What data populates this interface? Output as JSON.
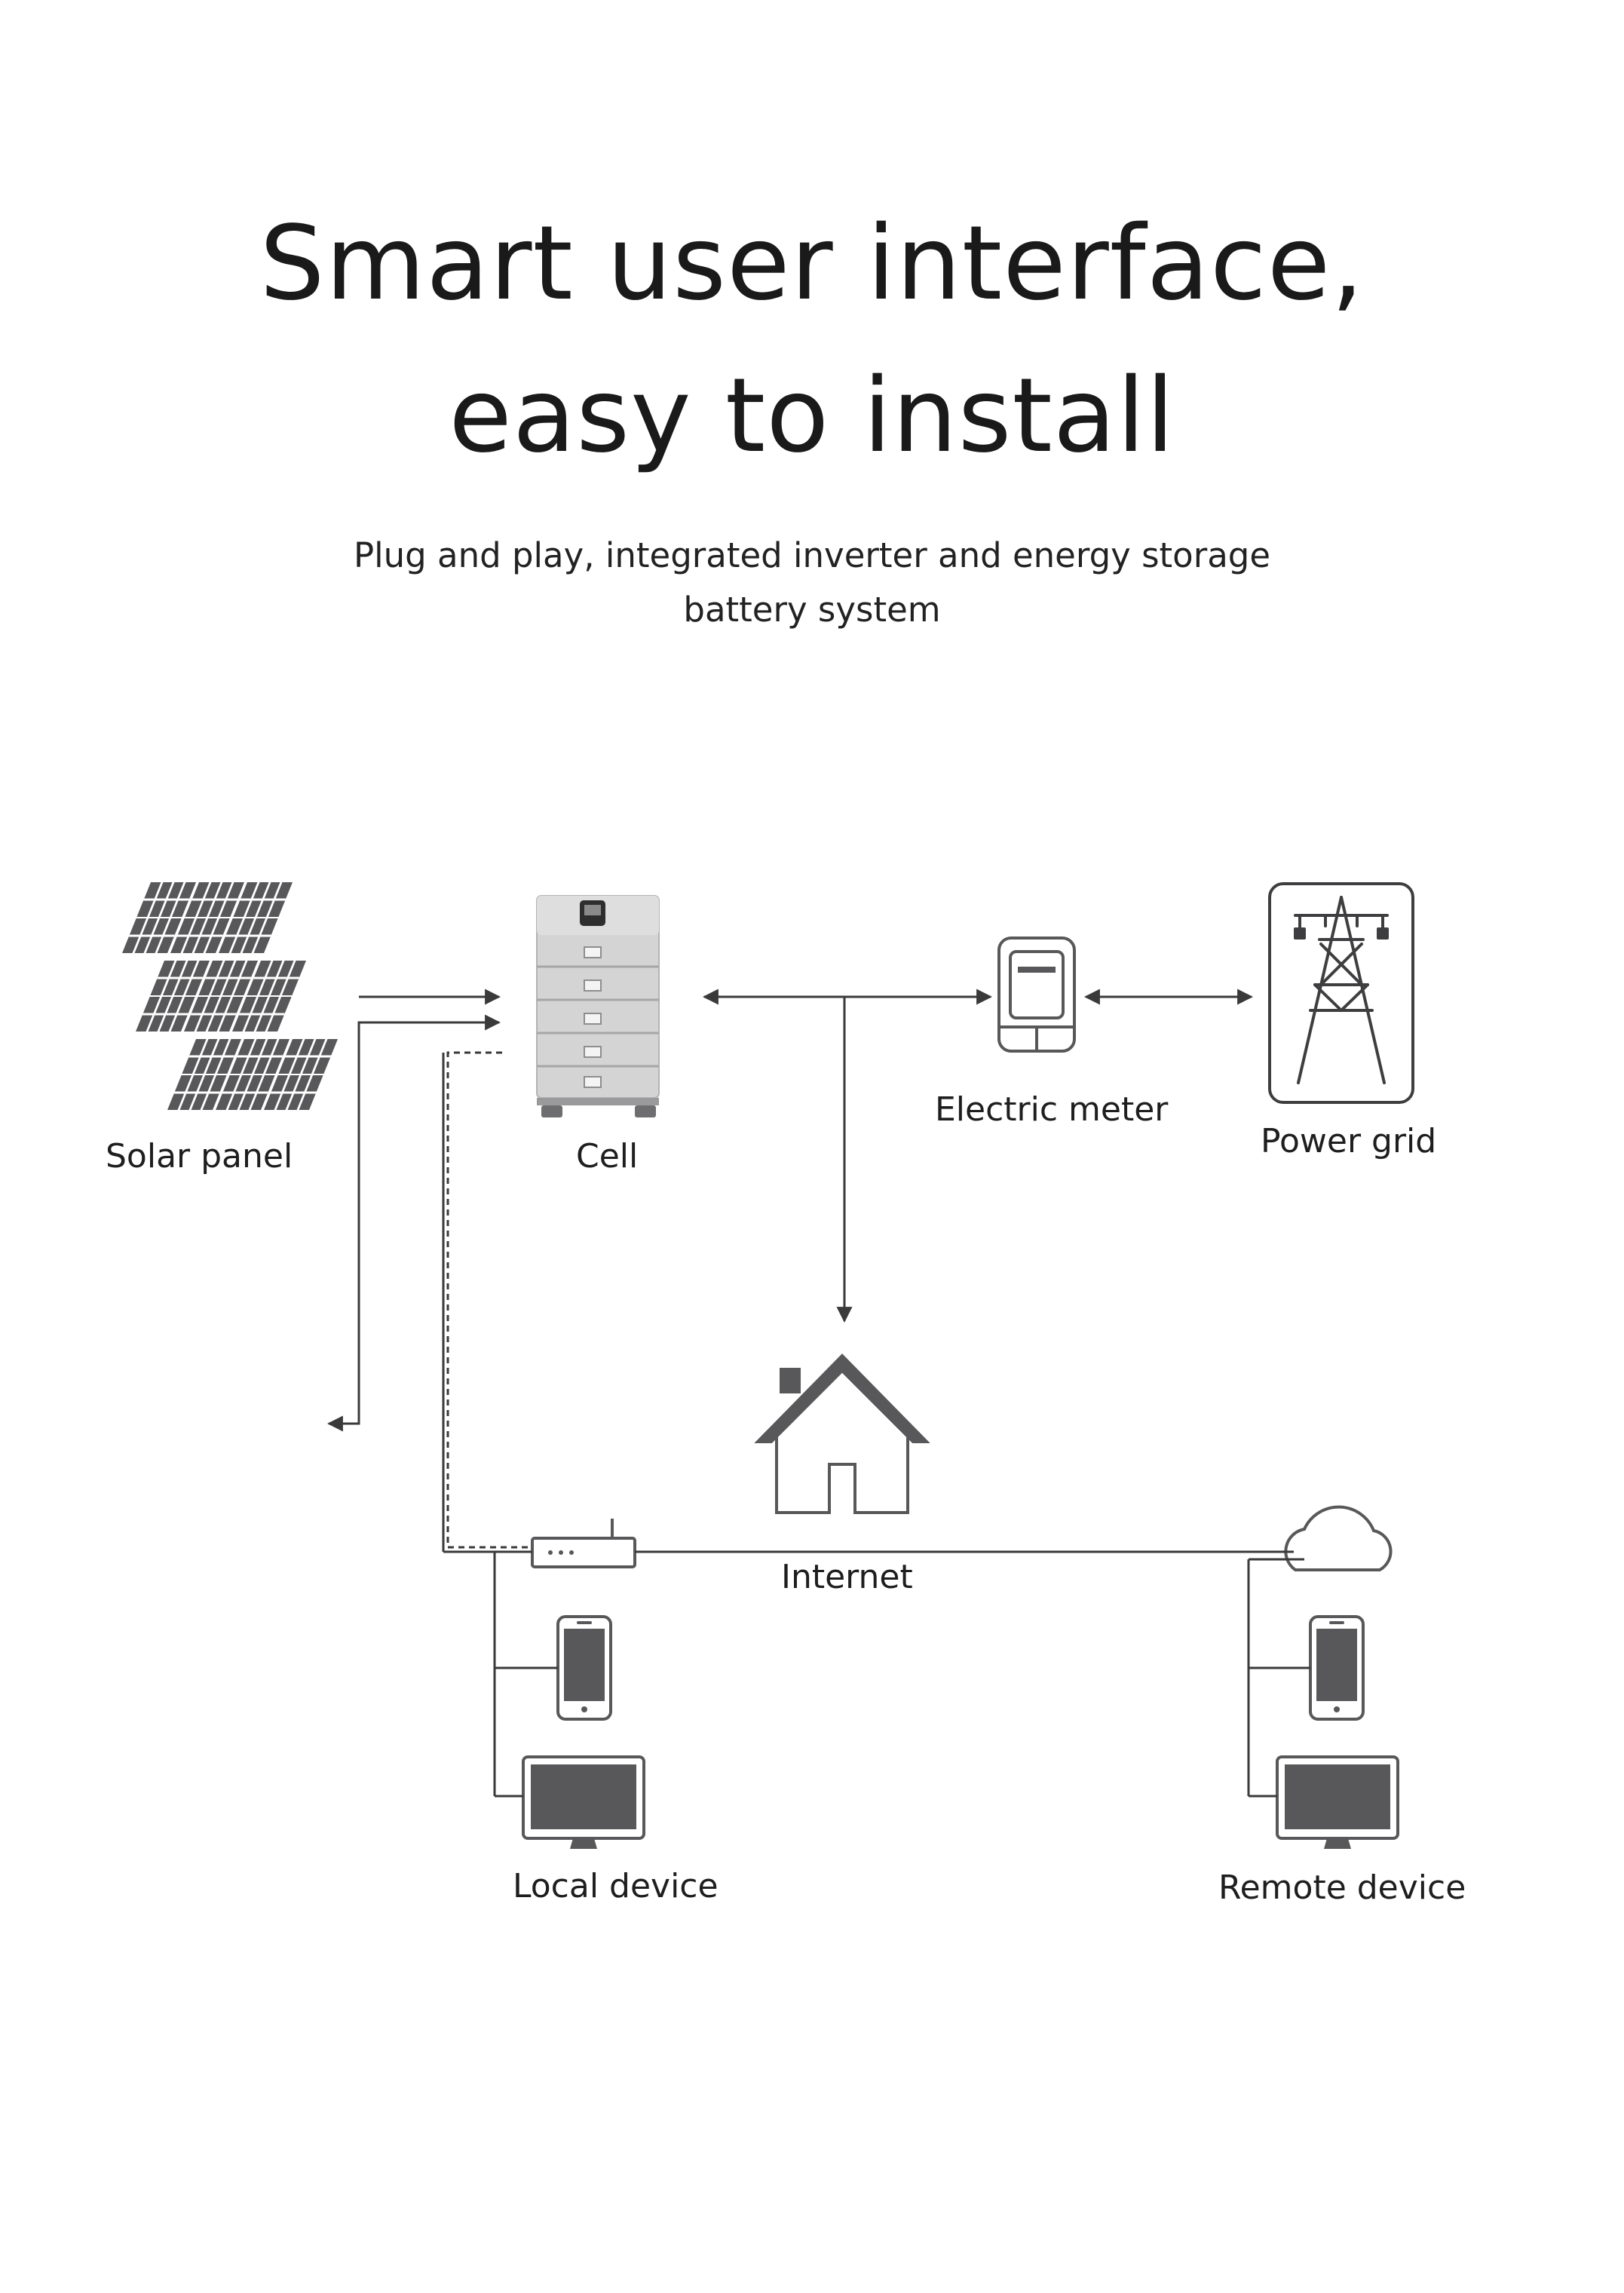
{
  "header": {
    "title_line1": "Smart user interface,",
    "title_line2": "easy to install",
    "subtitle_line1": "Plug and play, integrated inverter and energy storage",
    "subtitle_line2": "battery system"
  },
  "diagram": {
    "labels": {
      "solar_panel": "Solar panel",
      "cell": "Cell",
      "electric_meter": "Electric meter",
      "power_grid": "Power grid",
      "internet": "Internet",
      "local_device": "Local device",
      "remote_device": "Remote device"
    }
  },
  "colors": {
    "icon_fill": "#58585a",
    "line": "#3a3a3a",
    "battery_body": "#cfcfd0"
  },
  "icons": [
    "solar-panel-icon",
    "battery-cabinet-icon",
    "electric-meter-icon",
    "power-tower-icon",
    "house-icon",
    "router-icon",
    "cloud-icon",
    "phone-icon",
    "monitor-icon"
  ]
}
